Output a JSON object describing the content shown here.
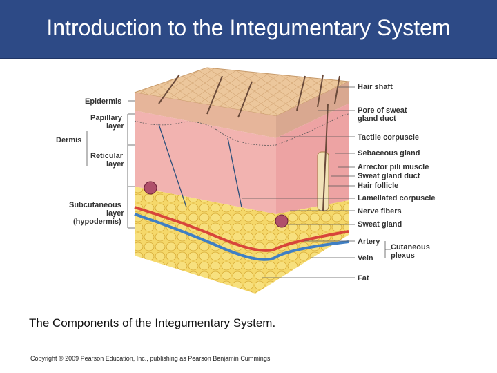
{
  "slide": {
    "title": "Introduction to the Integumentary System",
    "caption": "The Components of the Integumentary System.",
    "copyright": "Copyright © 2009 Pearson Education, Inc., publishing as Pearson Benjamin Cummings"
  },
  "colors": {
    "title_bar": "#2d4a86",
    "epidermis": "#e8c7a0",
    "dermis": "#f2b3b0",
    "fat": "#f0d062",
    "artery": "#d8453a",
    "vein": "#3f7fc4"
  },
  "figure": {
    "left_labels": {
      "epidermis": "Epidermis",
      "papillary": [
        "Papillary",
        "layer"
      ],
      "dermis": "Dermis",
      "reticular": [
        "Reticular",
        "layer"
      ],
      "subcutaneous": [
        "Subcutaneous",
        "layer",
        "(hypodermis)"
      ]
    },
    "right_labels": {
      "hair_shaft": "Hair shaft",
      "pore": [
        "Pore of sweat",
        "gland duct"
      ],
      "tactile": "Tactile corpuscle",
      "sebaceous": "Sebaceous gland",
      "arrector": "Arrector pili muscle",
      "sweat_duct": "Sweat gland duct",
      "hair_follicle": "Hair follicle",
      "lamellated": "Lamellated corpuscle",
      "nerve": "Nerve fibers",
      "sweat_gland": "Sweat gland",
      "artery": "Artery",
      "vein": "Vein",
      "fat": "Fat",
      "cutaneous": [
        "Cutaneous",
        "plexus"
      ]
    }
  }
}
